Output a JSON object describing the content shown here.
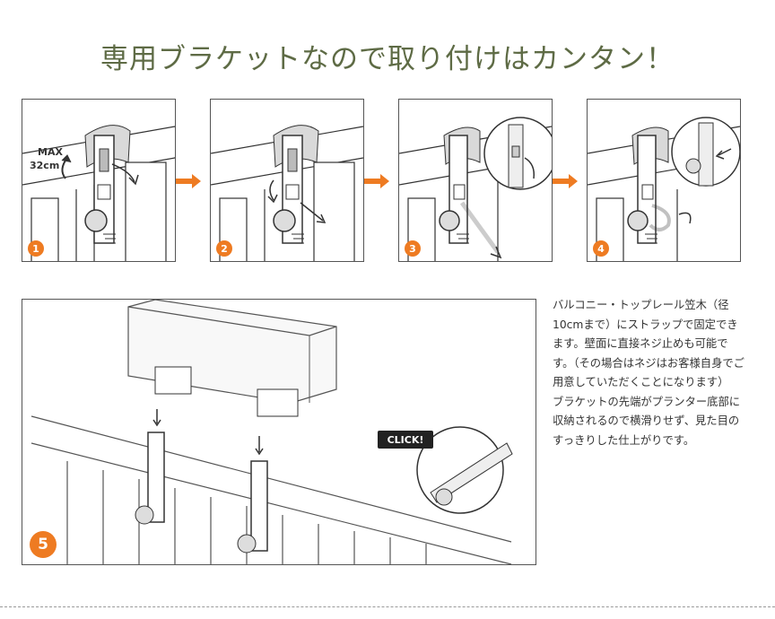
{
  "headline": "専用ブラケットなので取り付けはカンタン！",
  "steps": [
    {
      "number": "1",
      "label_max": "MAX",
      "label_size": "32cm"
    },
    {
      "number": "2"
    },
    {
      "number": "3"
    },
    {
      "number": "4"
    },
    {
      "number": "5",
      "click_label": "CLICK!"
    }
  ],
  "description": [
    "バルコニー・トップレール笠木（径10cmまで）にストラップで固定できます。壁面に直接ネジ止めも可能です。（その場合はネジはお客様自身でご用意していただくことになります）",
    "ブラケットの先端がプランター底部に収納されるので横滑りせず、見た目のすっきりした仕上がりです。"
  ],
  "colors": {
    "accent": "#ee7b22",
    "headline": "#5e6b45",
    "line": "#333333"
  }
}
